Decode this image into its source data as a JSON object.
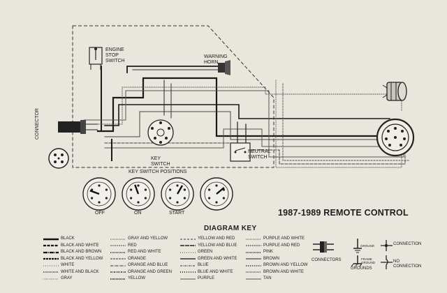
{
  "title": "1987-1989 REMOTE CONTROL",
  "labels": {
    "engine_stop_switch": [
      "ENGINE",
      "STOP",
      "SWITCH"
    ],
    "warning_horn": [
      "WARNING",
      "HORN"
    ],
    "connector": "CONNECTOR",
    "key_switch": [
      "KEY",
      "SWITCH"
    ],
    "neutral_switch": [
      "NEUTRAL",
      "SWITCH"
    ],
    "key_switch_positions": "KEY SWITCH POSITIONS"
  },
  "key_positions": [
    "OFF",
    "ON",
    "START"
  ],
  "diagram_key": {
    "title": "DIAGRAM KEY",
    "columns": [
      [
        {
          "label": "BLACK",
          "style": "black"
        },
        {
          "label": "BLACK AND WHITE",
          "style": "black-white"
        },
        {
          "label": "BLACK AND BROWN",
          "style": "black-brown"
        },
        {
          "label": "BLACK AND YELLOW",
          "style": "black-yellow"
        },
        {
          "label": "WHITE",
          "style": "white"
        },
        {
          "label": "WHITE AND BLACK",
          "style": "white-black"
        },
        {
          "label": "GRAY",
          "style": "gray"
        }
      ],
      [
        {
          "label": "GRAY AND YELLOW",
          "style": "gray-yellow"
        },
        {
          "label": "RED",
          "style": "red"
        },
        {
          "label": "RED AND WHITE",
          "style": "red-white"
        },
        {
          "label": "ORANGE",
          "style": "orange"
        },
        {
          "label": "ORANGE AND BLUE",
          "style": "orange-blue"
        },
        {
          "label": "ORANGE AND GREEN",
          "style": "orange-green"
        },
        {
          "label": "YELLOW",
          "style": "yellow"
        }
      ],
      [
        {
          "label": "YELLOW AND RED",
          "style": "yellow-red"
        },
        {
          "label": "YELLOW AND BLUE",
          "style": "yellow-blue"
        },
        {
          "label": "GREEN",
          "style": "green"
        },
        {
          "label": "GREEN AND WHITE",
          "style": "green-white"
        },
        {
          "label": "BLUE",
          "style": "blue"
        },
        {
          "label": "BLUE AND WHITE",
          "style": "blue-white"
        },
        {
          "label": "PURPLE",
          "style": "purple"
        }
      ],
      [
        {
          "label": "PURPLE AND WHITE",
          "style": "purple-white"
        },
        {
          "label": "PURPLE AND RED",
          "style": "purple-red"
        },
        {
          "label": "PINK",
          "style": "pink"
        },
        {
          "label": "BROWN",
          "style": "brown"
        },
        {
          "label": "BROWN AND YELLOW",
          "style": "brown-yellow"
        },
        {
          "label": "BROWN AND WHITE",
          "style": "brown-white"
        },
        {
          "label": "TAN",
          "style": "tan"
        }
      ]
    ],
    "connectors": "CONNECTORS",
    "ground": "GROUND",
    "frame_ground": "FRAME GROUND",
    "grounds": "GROUNDS",
    "connection": "CONNECTION",
    "no_connection": "NO CONNECTION"
  }
}
